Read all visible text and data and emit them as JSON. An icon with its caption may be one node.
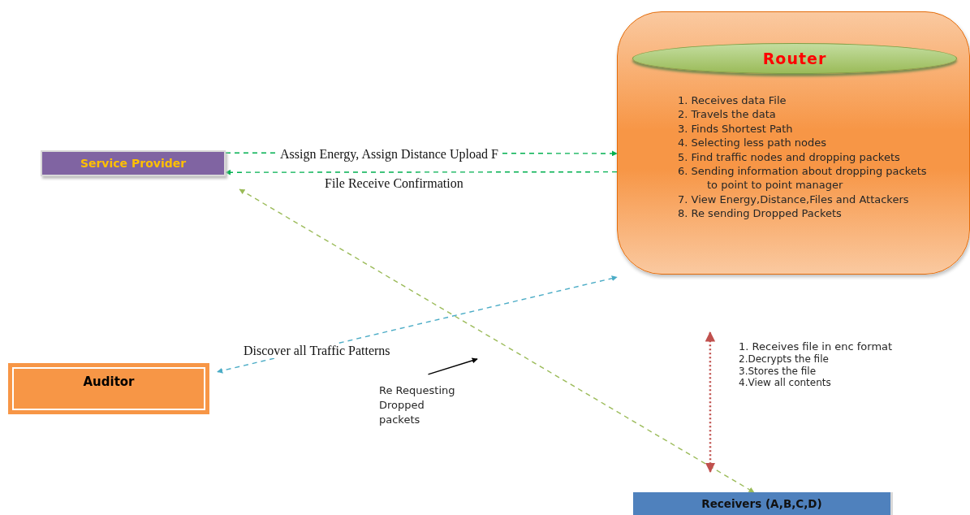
{
  "diagram": {
    "nodes": [
      {
        "text": [
          "Service Provider"
        ]
      },
      {
        "text": [
          "1. Receives data File",
          "2. Travels the data",
          "3. Finds Shortest Path",
          "4. Selecting less path nodes",
          "5. Find traffic nodes and dropping packets",
          "6. Sending information about dropping packets to point to point manager",
          "7. View Energy,Distance,Files and Attackers",
          "8. Re sending Dropped Packets"
        ]
      },
      {
        "text": [
          "Router"
        ],
        "in": 1
      },
      {
        "text": [
          "Auditor"
        ]
      },
      {
        "text": [
          "Receivers (A,B,C,D)"
        ]
      },
      {
        "text": [
          "Re Requesting Dropped packets"
        ]
      }
    ],
    "edges": [
      {
        "from": 0,
        "to": 1,
        "arrow": "to",
        "label": "Assign Energy, Assign Distance Upload F",
        "style": "dashed",
        "color": "#00b050"
      },
      {
        "from": 1,
        "to": 0,
        "arrow": "to",
        "label": "File Receive Confirmation",
        "style": "dashed",
        "color": "#00b050"
      },
      {
        "from": 0,
        "to": 4,
        "arrow": "both",
        "style": "dashed",
        "color": "#9bbb59"
      },
      {
        "from": 3,
        "to": 1,
        "arrow": "both",
        "label": "Discover all Traffic Patterns",
        "style": "dashed",
        "color": "#4bacc6"
      },
      {
        "from": 1,
        "to": 4,
        "arrow": "both",
        "style": "dashed",
        "color": "#c0504d"
      },
      {
        "from": 5,
        "to": null,
        "arrow": "to",
        "color": "#000000"
      }
    ],
    "labels": [
      "1. Receives file in enc format",
      "2.Decrypts the file",
      "3.Stores the file",
      "4.View all contents"
    ]
  }
}
